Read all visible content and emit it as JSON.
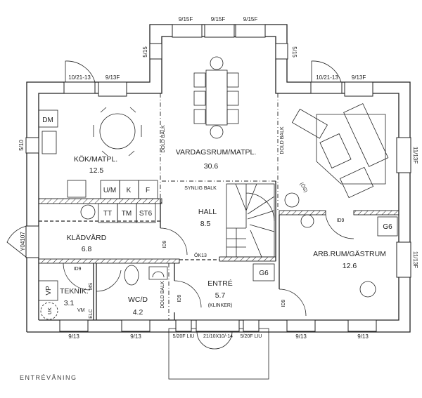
{
  "caption": "ENTRÉVÅNING",
  "rooms": {
    "kitchen": {
      "name": "KÖK/MATPL.",
      "area": "12.5"
    },
    "living": {
      "name": "VARDAGSRUM/MATPL.",
      "area": "30.6"
    },
    "hall": {
      "name": "HALL",
      "area": "8.5"
    },
    "laundry": {
      "name": "KLÄDVÅRD",
      "area": "6.8"
    },
    "technical": {
      "name": "TEKNIK.",
      "area": "3.1"
    },
    "wc": {
      "name": "WC/D",
      "area": "4.2"
    },
    "entrance": {
      "name": "ENTRÉ",
      "area": "5.7",
      "note": "(KLINKER)"
    },
    "guest": {
      "name": "ARB.RUM/GÄSTRUM",
      "area": "12.6"
    }
  },
  "windows": {
    "top1": "9/15F",
    "top2": "9/15F",
    "top3": "9/15F",
    "side_left_bay": "5/15",
    "side_right_bay": "5/15",
    "door_left": "10/21-13",
    "win_left": "9/13F",
    "door_right": "10/21-13",
    "win_right": "9/13F",
    "kitchen_side": "5/10",
    "right1": "11/13F",
    "right2": "11/13F",
    "laundry_door": "Y04107",
    "bottom1": "9/13",
    "bottom2": "9/13",
    "bottom3": "9/13",
    "bottom4": "9/13",
    "entry_side1": "5/20F LIU",
    "entry_door": "21/10X10/-14",
    "entry_side2": "5/20F LIU"
  },
  "fixtures": {
    "dm": "DM",
    "um": "U/M",
    "k": "K",
    "f": "F",
    "tt": "TT",
    "tm": "TM",
    "st6": "ST6",
    "vp": "VP",
    "uk": "UK",
    "vm": "VM",
    "ms": "MS",
    "elc": "ELC",
    "g6_entry": "G6",
    "g6_guest": "G6",
    "os": "(ÖS)"
  },
  "annotations": {
    "hidden_beam_1": "DOLD BALK",
    "hidden_beam_2": "DOLD BALK",
    "hidden_beam_3": "DOLD BALK",
    "visible_beam": "SYNLIG BALK",
    "door_id9_a": "ID9",
    "door_id9_b": "ID9",
    "door_id9_c": "ID9",
    "door_id9_d": "ID9",
    "door_id9_e": "ID9",
    "ok13": "ÖK13"
  }
}
